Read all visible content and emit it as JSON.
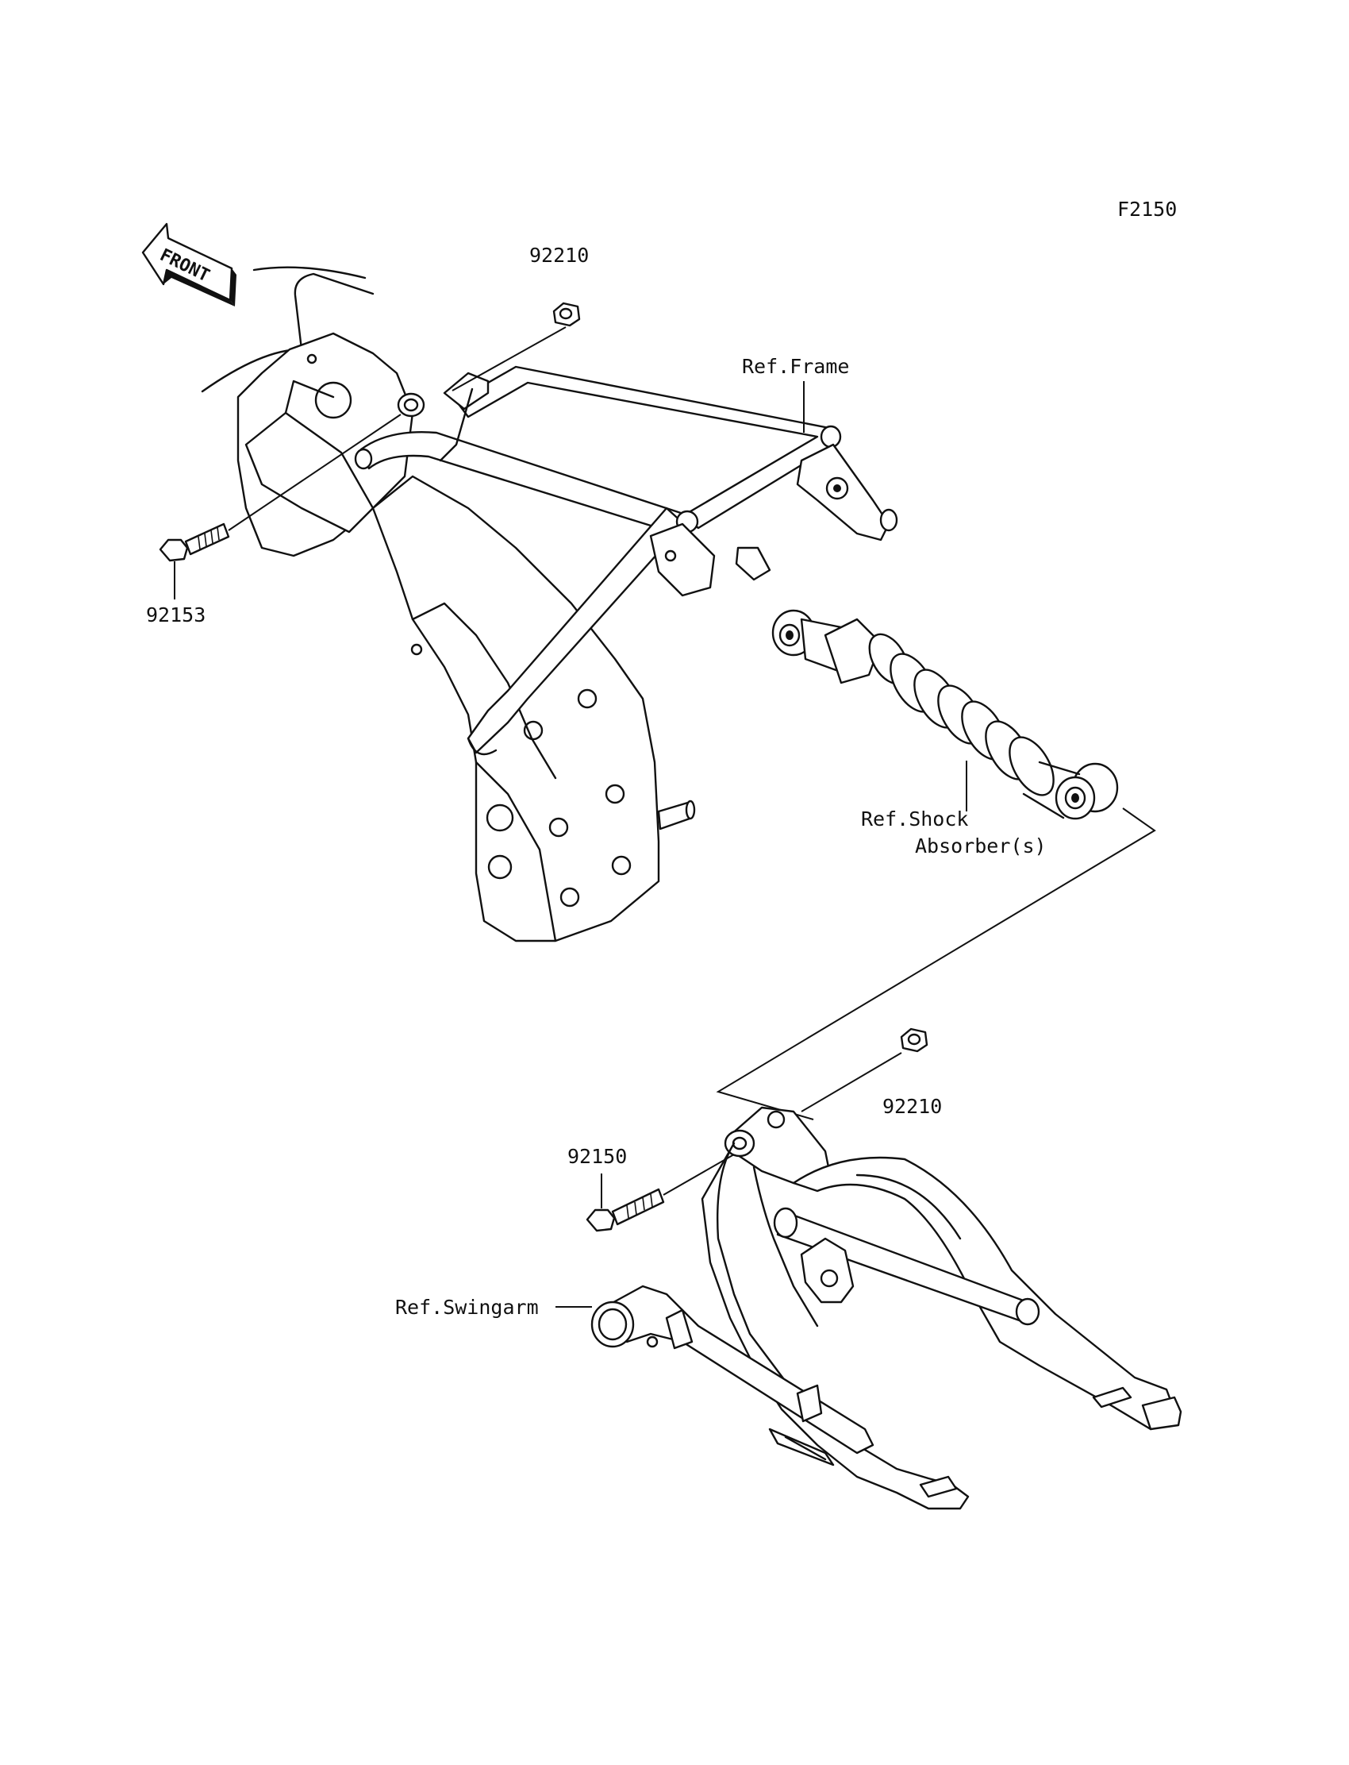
{
  "figure_code": "F2150",
  "front_indicator": {
    "label": "FRONT",
    "icon": "front-arrow-icon"
  },
  "callouts": {
    "nut_top": "92210",
    "bolt_top": "92153",
    "ref_frame": "Ref.Frame",
    "ref_shock_line1": "Ref.Shock",
    "ref_shock_line2": "Absorber(s)",
    "nut_bottom": "92210",
    "bolt_bottom": "92150",
    "ref_swingarm": "Ref.Swingarm"
  }
}
